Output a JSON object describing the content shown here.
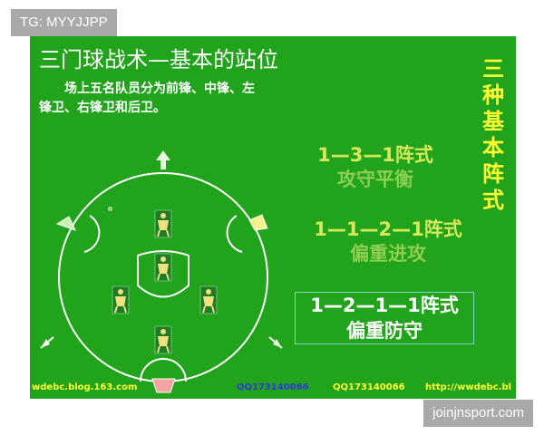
{
  "watermark_top": "TG: MYYJJPP",
  "watermark_bottom": "joinjnsport.com",
  "slide": {
    "title": "三门球战术—基本的站位",
    "intro": "场上五名队员分为前锋、中锋、左锋卫、右锋卫和后卫。",
    "side_title": [
      "三",
      "种",
      "基",
      "本",
      "阵",
      "式"
    ],
    "formations": [
      {
        "line1": "1—3—1阵式",
        "line2": "攻守平衡"
      },
      {
        "line1": "1—1—2—1阵式",
        "line2": "偏重进攻"
      },
      {
        "line1": "1—2—1—1阵式",
        "line2": "偏重防守"
      }
    ],
    "credits": [
      "wdebc.blog.163.com",
      "QQ173140066",
      "QQ173140066",
      "http://wwdebc.bl"
    ]
  },
  "colors": {
    "field_green": "#22a31c",
    "line_white": "#ffffff",
    "accent_yellow": "#ffff33",
    "gate_pink": "#f4a3a3",
    "gate_yellow": "#f4f28a",
    "gate_lightgreen": "#c8f0b0"
  }
}
